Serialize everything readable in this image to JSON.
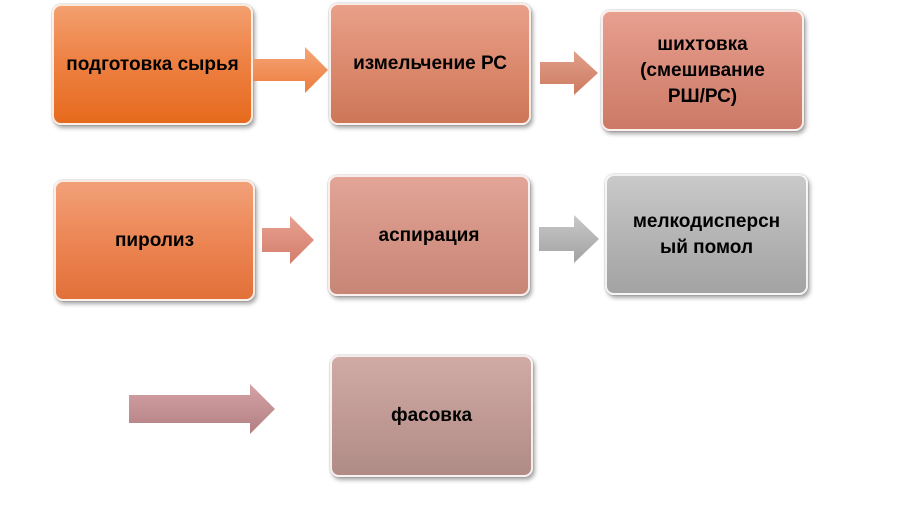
{
  "steps": {
    "raw_prep": "подготовка сырья",
    "grinding": "измельчение РС",
    "batching_line1": "шихтовка",
    "batching_line2": "(смешивание",
    "batching_line3": "РШ/РС)",
    "pyrolysis": "пиролиз",
    "aspiration": "аспирация",
    "milling_line1": "мелкодисперсн",
    "milling_line2": "ый помол",
    "packaging": "фасовка"
  },
  "colors": {
    "arrow_orange": "#f08a4b",
    "arrow_salmon": "#d48a74",
    "arrow_rose": "#d99181",
    "arrow_gray": "#b3b3b3",
    "arrow_mauve": "#c08f92"
  }
}
